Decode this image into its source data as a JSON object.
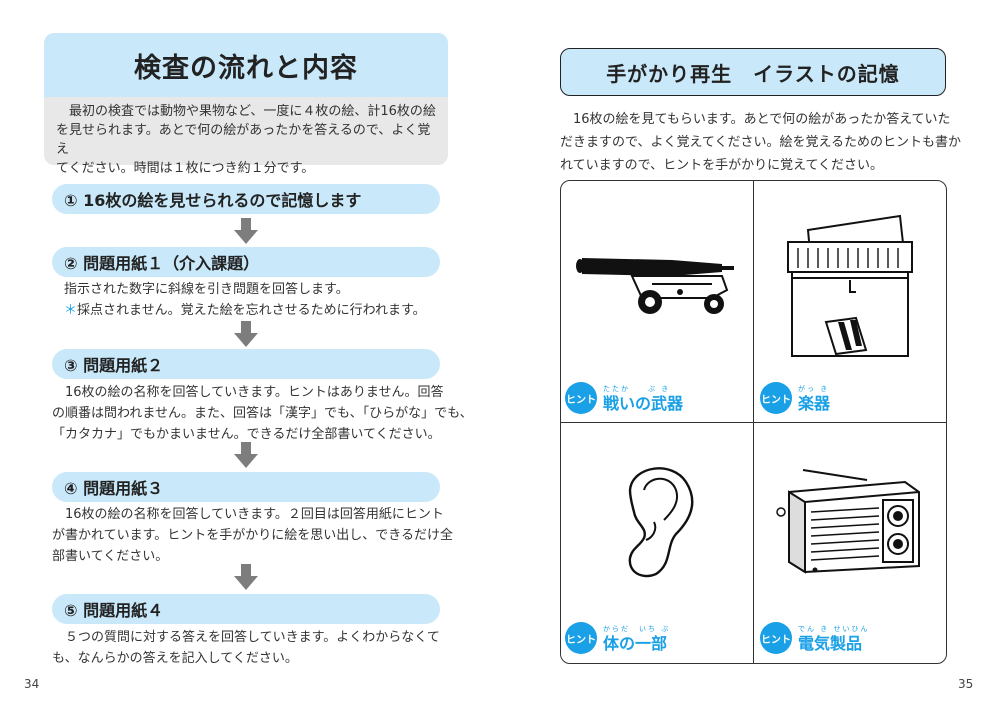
{
  "left_page": {
    "title": "検査の流れと内容",
    "intro_lines": [
      "　最初の検査では動物や果物など、一度に４枚の絵、計16枚の絵",
      "を見せられます。あとで何の絵があったかを答えるので、よく覚え",
      "てください。時間は１枚につき約１分です。"
    ],
    "steps": [
      {
        "label": "① 16枚の絵を見せられるので記憶します",
        "desc": []
      },
      {
        "label": "② 問題用紙１（介入課題）",
        "desc": [
          "指示された数字に斜線を引き問題を回答します。"
        ],
        "note_mark": "＊",
        "note": "採点されません。覚えた絵を忘れさせるために行われます。"
      },
      {
        "label": "③ 問題用紙２",
        "desc": [
          "　16枚の絵の名称を回答していきます。ヒントはありません。回答",
          "の順番は問われません。また、回答は「漢字」でも、「ひらがな」でも、",
          "「カタカナ」でもかまいません。できるだけ全部書いてください。"
        ]
      },
      {
        "label": "④ 問題用紙３",
        "desc": [
          "　16枚の絵の名称を回答していきます。２回目は回答用紙にヒント",
          "が書かれています。ヒントを手がかりに絵を思い出し、できるだけ全",
          "部書いてください。"
        ]
      },
      {
        "label": "⑤ 問題用紙４",
        "desc": [
          "　５つの質問に対する答えを回答していきます。よくわからなくて",
          "も、なんらかの答えを記入してください。"
        ]
      }
    ],
    "page_number": "34"
  },
  "right_page": {
    "title": "手がかり再生　イラストの記憶",
    "intro_lines": [
      "　16枚の絵を見てもらいます。あとで何の絵があったか答えていた",
      "だきますので、よく覚えてください。絵を覚えるためのヒントも書か",
      "れていますので、ヒントを手がかりに覚えてください。"
    ],
    "hint_badge": "ヒント",
    "cells": [
      {
        "icon": "cannon-icon",
        "hint": "戦いの武器",
        "ruby": "たたか　　ぶ き"
      },
      {
        "icon": "piano-icon",
        "hint": "楽器",
        "ruby": "がっ き"
      },
      {
        "icon": "ear-icon",
        "hint": "体の一部",
        "ruby": "からだ　いち ぶ"
      },
      {
        "icon": "radio-icon",
        "hint": "電気製品",
        "ruby": "でん き せいひん"
      }
    ],
    "page_number": "35"
  },
  "colors": {
    "accent_blue": "#1aa0e6",
    "box_blue": "#c9e9fa",
    "box_gray": "#e8e8e8",
    "arrow_gray": "#7d7d7d"
  }
}
